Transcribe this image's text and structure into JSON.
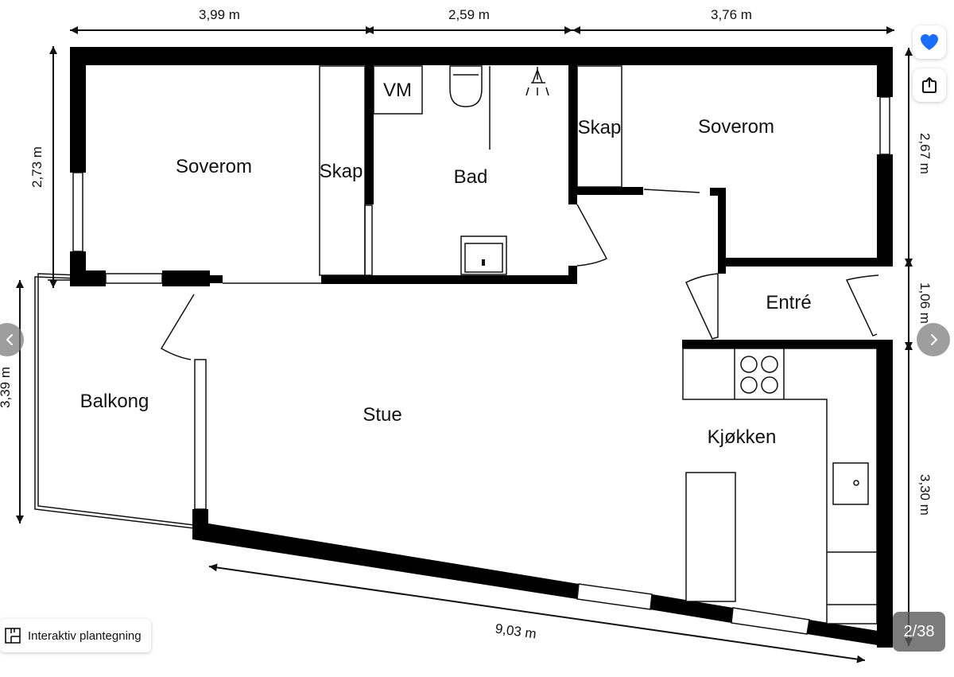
{
  "floorplan": {
    "rooms": {
      "soverom_left": "Soverom",
      "skap_left": "Skap",
      "vm": "VM",
      "bad": "Bad",
      "skap_right": "Skap",
      "soverom_right": "Soverom",
      "entre": "Entré",
      "balkong": "Balkong",
      "stue": "Stue",
      "kjokken": "Kjøkken"
    },
    "dimensions": {
      "top_left": "3,99 m",
      "top_mid": "2,59 m",
      "top_right": "3,76 m",
      "left_upper": "2,73 m",
      "left_lower": "3,39 m",
      "right_upper": "2,67 m",
      "right_mid": "1,06 m",
      "right_lower": "3,30 m",
      "bottom": "9,03 m"
    }
  },
  "controls": {
    "favorite_icon": "heart-icon",
    "share_icon": "share-icon",
    "prev_icon": "chevron-left-icon",
    "next_icon": "chevron-right-icon",
    "plan_icon": "floorplan-icon",
    "plan_label": "Interaktiv plantegning",
    "counter": "2/38"
  },
  "colors": {
    "favorite": "#1a6dff",
    "walls": "#000000"
  }
}
